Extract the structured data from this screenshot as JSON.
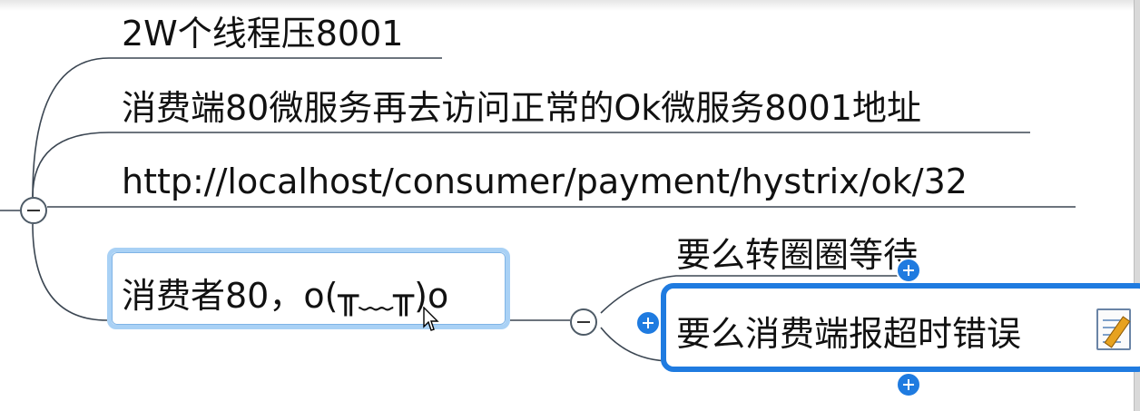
{
  "mindmap": {
    "branches": [
      "2W个线程压8001",
      "消费端80微服务再去访问正常的Ok微服务8001地址",
      "http://localhost/consumer/payment/hystrix/ok/32"
    ],
    "selected_topic": "消费者80，o(╥﹏╥)o",
    "subtopics": [
      "要么转圈圈等待",
      "要么消费端报超时错误"
    ]
  },
  "colors": {
    "line": "#3b4652",
    "selection_light": "#a9d1f5",
    "selection_active": "#1f7be0"
  },
  "icons": [
    "collapse-icon",
    "add-topic-icon",
    "notes-icon",
    "mouse-cursor-icon"
  ]
}
